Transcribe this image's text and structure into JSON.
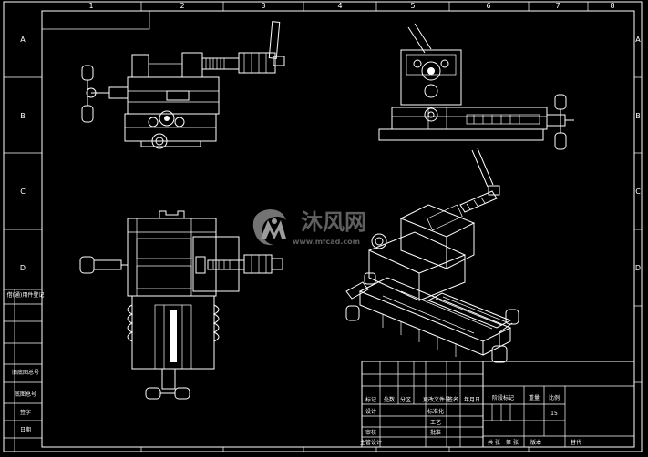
{
  "frame": {
    "column_labels": [
      "1",
      "2",
      "3",
      "4",
      "5",
      "6",
      "7",
      "8"
    ],
    "row_labels": [
      "A",
      "B",
      "C",
      "D"
    ],
    "colors": {
      "background": "#000000",
      "lines": "#ffffff",
      "watermark": "#808080"
    }
  },
  "left_panel": {
    "cells": [
      "借(通)用件登记",
      "旧底图总号",
      "底图总号",
      "签字",
      "日期"
    ]
  },
  "watermark": {
    "brand": "沐风网",
    "url": "www.mfcad.com",
    "icon": "mf-logo-icon"
  },
  "title_block": {
    "header_row": [
      "标记",
      "处数",
      "分区",
      "更改文件号",
      "签名",
      "年月日"
    ],
    "design_label": "设计",
    "standardization_label": "标准化",
    "craft_label": "工艺",
    "review_label": "审核",
    "chief_designer_label": "主管设计",
    "approve_label": "批准",
    "stage_mark_label": "阶段标记",
    "weight_label": "重量",
    "scale_label": "比例",
    "scale_value": "15",
    "sheet_total_label": "共 张",
    "sheet_no_label": "第 张",
    "version_label": "版本",
    "replace_label": "替代"
  }
}
